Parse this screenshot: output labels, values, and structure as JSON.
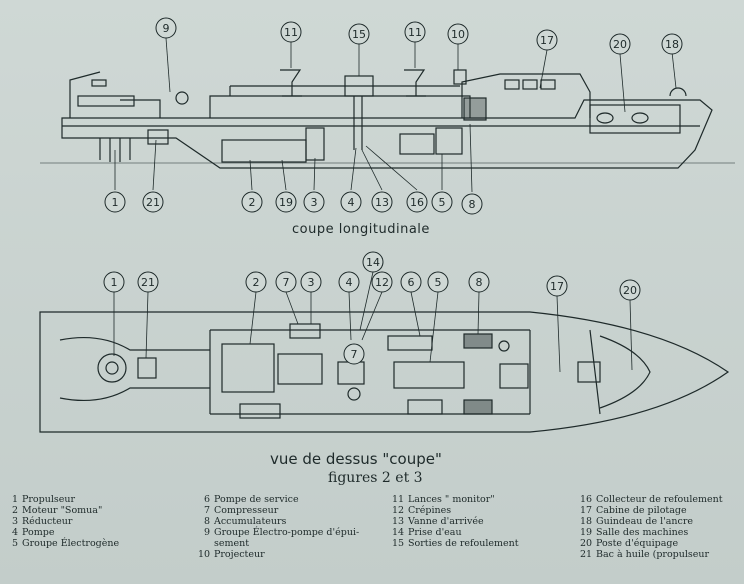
{
  "captions": {
    "longitudinal": "coupe longitudinale",
    "top_view": "vue de dessus \"coupe\"",
    "figures": "figures 2 et 3"
  },
  "top_callouts": [
    "9",
    "11",
    "15",
    "11",
    "10",
    "17",
    "20",
    "18"
  ],
  "side_callouts": [
    "1",
    "21",
    "2",
    "19",
    "3",
    "4",
    "13",
    "16",
    "5",
    "8"
  ],
  "plan_callouts": [
    "1",
    "21",
    "2",
    "7",
    "3",
    "4",
    "14",
    "12",
    "6",
    "5",
    "8",
    "17",
    "20"
  ],
  "plan_inner_callout": "7",
  "legend": {
    "col1": [
      {
        "n": "1",
        "t": "Propulseur"
      },
      {
        "n": "2",
        "t": "Moteur \"Somua\""
      },
      {
        "n": "3",
        "t": "Réducteur"
      },
      {
        "n": "4",
        "t": "Pompe"
      },
      {
        "n": "5",
        "t": "Groupe Électrogène"
      }
    ],
    "col2": [
      {
        "n": "6",
        "t": "Pompe de service"
      },
      {
        "n": "7",
        "t": "Compresseur"
      },
      {
        "n": "8",
        "t": "Accumulateurs"
      },
      {
        "n": "9",
        "t": "Groupe Électro-pompe d'épui-"
      },
      {
        "n": "",
        "t": "sement"
      },
      {
        "n": "10",
        "t": "Projecteur"
      }
    ],
    "col3": [
      {
        "n": "11",
        "t": "Lances \" monitor\""
      },
      {
        "n": "12",
        "t": "Crépines"
      },
      {
        "n": "13",
        "t": "Vanne d'arrivée"
      },
      {
        "n": "14",
        "t": "Prise d'eau"
      },
      {
        "n": "15",
        "t": "Sorties de refoulement"
      }
    ],
    "col4": [
      {
        "n": "16",
        "t": "Collecteur de refoulement"
      },
      {
        "n": "17",
        "t": "Cabine de pilotage"
      },
      {
        "n": "18",
        "t": "Guindeau de l'ancre"
      },
      {
        "n": "19",
        "t": "Salle des machines"
      },
      {
        "n": "20",
        "t": "Poste d'équipage"
      },
      {
        "n": "21",
        "t": "Bac à huile (propulseur"
      }
    ]
  }
}
